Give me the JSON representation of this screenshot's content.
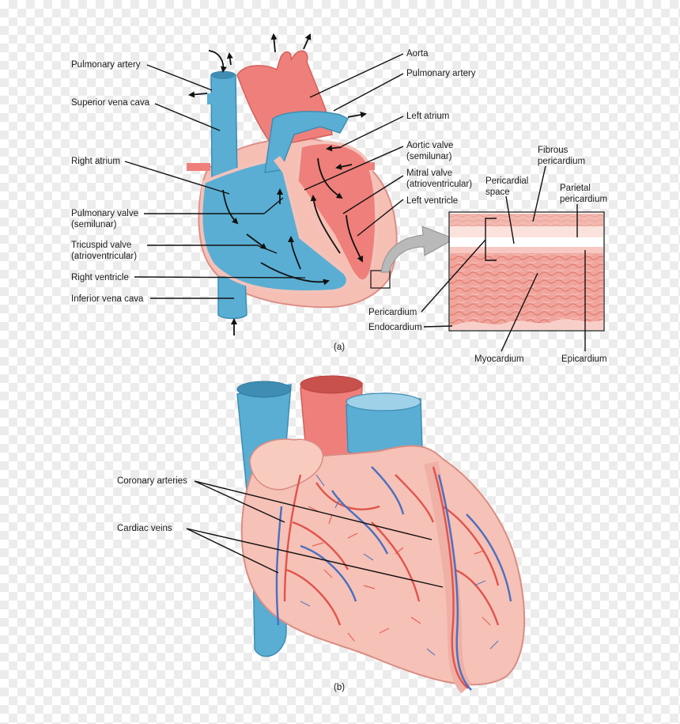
{
  "figure_a": {
    "caption": "(a)",
    "labels": {
      "pulmonary_artery_left": "Pulmonary artery",
      "superior_vena_cava": "Superior vena cava",
      "right_atrium": "Right atrium",
      "pulmonary_valve_1": "Pulmonary valve",
      "pulmonary_valve_2": "(semilunar)",
      "tricuspid_valve_1": "Tricuspid valve",
      "tricuspid_valve_2": "(atrioventricular)",
      "right_ventricle": "Right ventricle",
      "inferior_vena_cava": "Inferior vena cava",
      "aorta": "Aorta",
      "pulmonary_artery_right": "Pulmonary artery",
      "left_atrium": "Left atrium",
      "aortic_valve_1": "Aortic valve",
      "aortic_valve_2": "(semilunar)",
      "mitral_valve_1": "Mitral valve",
      "mitral_valve_2": "(atrioventricular)",
      "left_ventricle": "Left ventricle",
      "fibrous_pericardium_1": "Fibrous",
      "fibrous_pericardium_2": "pericardium",
      "pericardial_space_1": "Pericardial",
      "pericardial_space_2": "space",
      "parietal_pericardium_1": "Parietal",
      "parietal_pericardium_2": "pericardium",
      "pericardium": "Pericardium",
      "endocardium": "Endocardium",
      "myocardium": "Myocardium",
      "epicardium": "Epicardium"
    }
  },
  "figure_b": {
    "caption": "(b)",
    "labels": {
      "coronary_arteries": "Coronary arteries",
      "cardiac_veins": "Cardiac veins"
    }
  },
  "colors": {
    "vein_blue": "#5aaed3",
    "artery_red": "#ef7f7a",
    "tissue_pink": "#f6bfb4",
    "myocardium": "#ec8c84",
    "vessel_red": "#e0544c",
    "vessel_blue": "#4a6fc0"
  }
}
